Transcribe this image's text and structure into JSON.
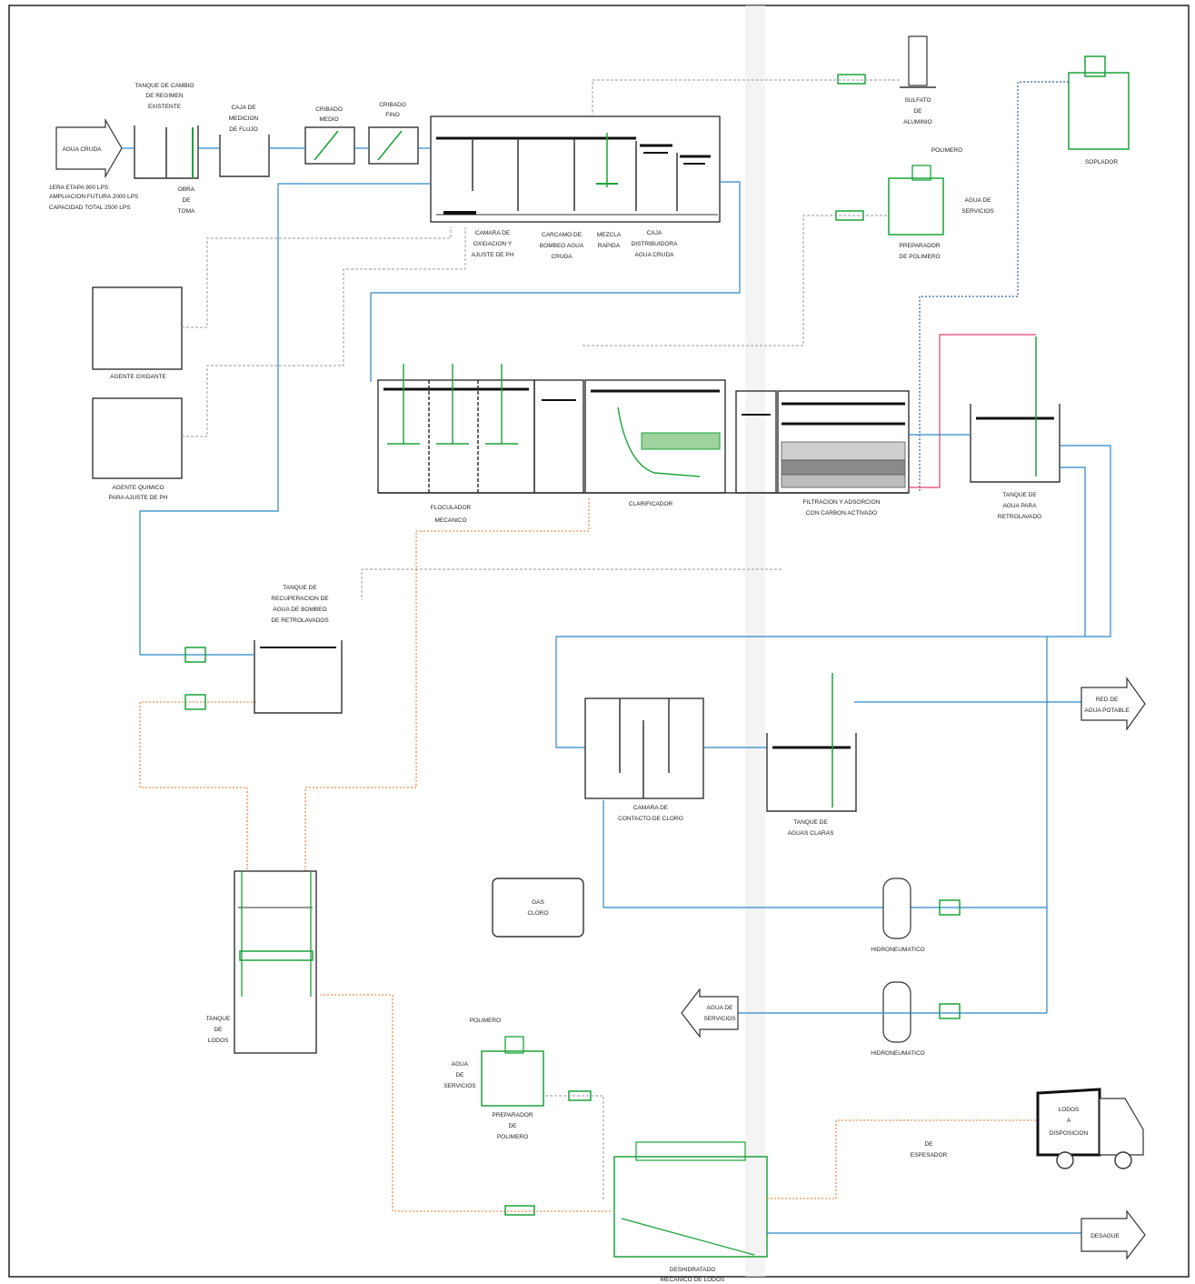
{
  "colors": {
    "water_line": "#2b86c4",
    "air_line": "#2b5fb4",
    "sludge_line": "#e8792a",
    "backwash_line": "#e0406a",
    "drain_line": "#9a9a9a",
    "equipment": "#1aa33a"
  },
  "labels": {
    "agua_cruda": "AGUA CRUDA",
    "capacity_1": "1ERA ETAPA 900 LPS",
    "capacity_2": "AMPLIACION FUTURA 2000 LPS",
    "capacity_3": "CAPACIDAD TOTAL 2500 LPS",
    "tanque_cambio_1": "TANQUE DE CAMBIO",
    "tanque_cambio_2": "DE REGIMEN",
    "tanque_cambio_3": "EXISTENTE",
    "obra_toma_1": "OBRA",
    "obra_toma_2": "DE",
    "obra_toma_3": "TOMA",
    "caja_medicion_1": "CAJA DE",
    "caja_medicion_2": "MEDICION",
    "caja_medicion_3": "DE FLUJO",
    "cribado_medio_1": "CRIBADO",
    "cribado_medio_2": "MEDIO",
    "cribado_fino_1": "CRIBADO",
    "cribado_fino_2": "FINO",
    "camara_oxid_1": "CAMARA DE",
    "camara_oxid_2": "OXIDACION Y",
    "camara_oxid_3": "AJUSTE DE PH",
    "carcamo_1": "CARCAMO DE",
    "carcamo_2": "BOMBEO AGUA",
    "carcamo_3": "CRUDA",
    "mezcla_1": "MEZCLA",
    "mezcla_2": "RAPIDA",
    "caja_dist_1": "CAJA",
    "caja_dist_2": "DISTRIBUIDORA",
    "caja_dist_3": "AGUA CRUDA",
    "sulfato_1": "SULFATO",
    "sulfato_2": "DE",
    "sulfato_3": "ALUMINIO",
    "soplador": "SOPLADOR",
    "polimero_top": "POLIMERO",
    "agua_servicios_top_1": "AGUA DE",
    "agua_servicios_top_2": "SERVICIOS",
    "prep_polimero_top_1": "PREPARADOR",
    "prep_polimero_top_2": "DE POLIMERO",
    "agente_oxidante": "AGENTE OXIDANTE",
    "agente_quimico_1": "AGENTE QUIMICO",
    "agente_quimico_2": "PARA AJUSTE DE PH",
    "floculador_1": "FLOCULADOR",
    "floculador_2": "MECANICO",
    "clarificador": "CLARIFICADOR",
    "filtracion_1": "FILTRACION Y ADSORCION",
    "filtracion_2": "CON CARBON ACTIVADO",
    "tanque_retro_1": "TANQUE DE",
    "tanque_retro_2": "AGUA PARA",
    "tanque_retro_3": "RETROLAVADO",
    "tanque_recup_1": "TANQUE DE",
    "tanque_recup_2": "RECUPERACION DE",
    "tanque_recup_3": "AGUA DE BOMBEO",
    "tanque_recup_4": "DE RETROLAVADOS",
    "camara_cloro_1": "CAMARA DE",
    "camara_cloro_2": "CONTACTO DE CLORO",
    "tanque_claras_1": "TANQUE DE",
    "tanque_claras_2": "AGUAS CLARAS",
    "red_potable_1": "RED DE",
    "red_potable_2": "AGUA POTABLE",
    "gas_cloro_1": "GAS",
    "gas_cloro_2": "CLORO",
    "hidroneumatico_1": "HIDRONEUMATICO",
    "hidroneumatico_2": "HIDRONEUMATICO",
    "agua_servicios_out_1": "AGUA DE",
    "agua_servicios_out_2": "SERVICIOS",
    "tanque_lodos_1": "TANQUE",
    "tanque_lodos_2": "DE",
    "tanque_lodos_3": "LODOS",
    "polimero_bottom": "POLIMERO",
    "agua_servicios_bot_1": "AGUA",
    "agua_servicios_bot_2": "DE",
    "agua_servicios_bot_3": "SERVICIOS",
    "prep_polimero_bot_1": "PREPARADOR",
    "prep_polimero_bot_2": "DE",
    "prep_polimero_bot_3": "POLIMERO",
    "lodos_disp_1": "LODOS",
    "lodos_disp_2": "A",
    "lodos_disp_3": "DISPOSICION",
    "de_espesador_1": "DE",
    "de_espesador_2": "ESPESADOR",
    "desague": "DESAGUE",
    "deshidratado_1": "DESHIDRATADO",
    "deshidratado_2": "MECANICO DE LODOS"
  }
}
